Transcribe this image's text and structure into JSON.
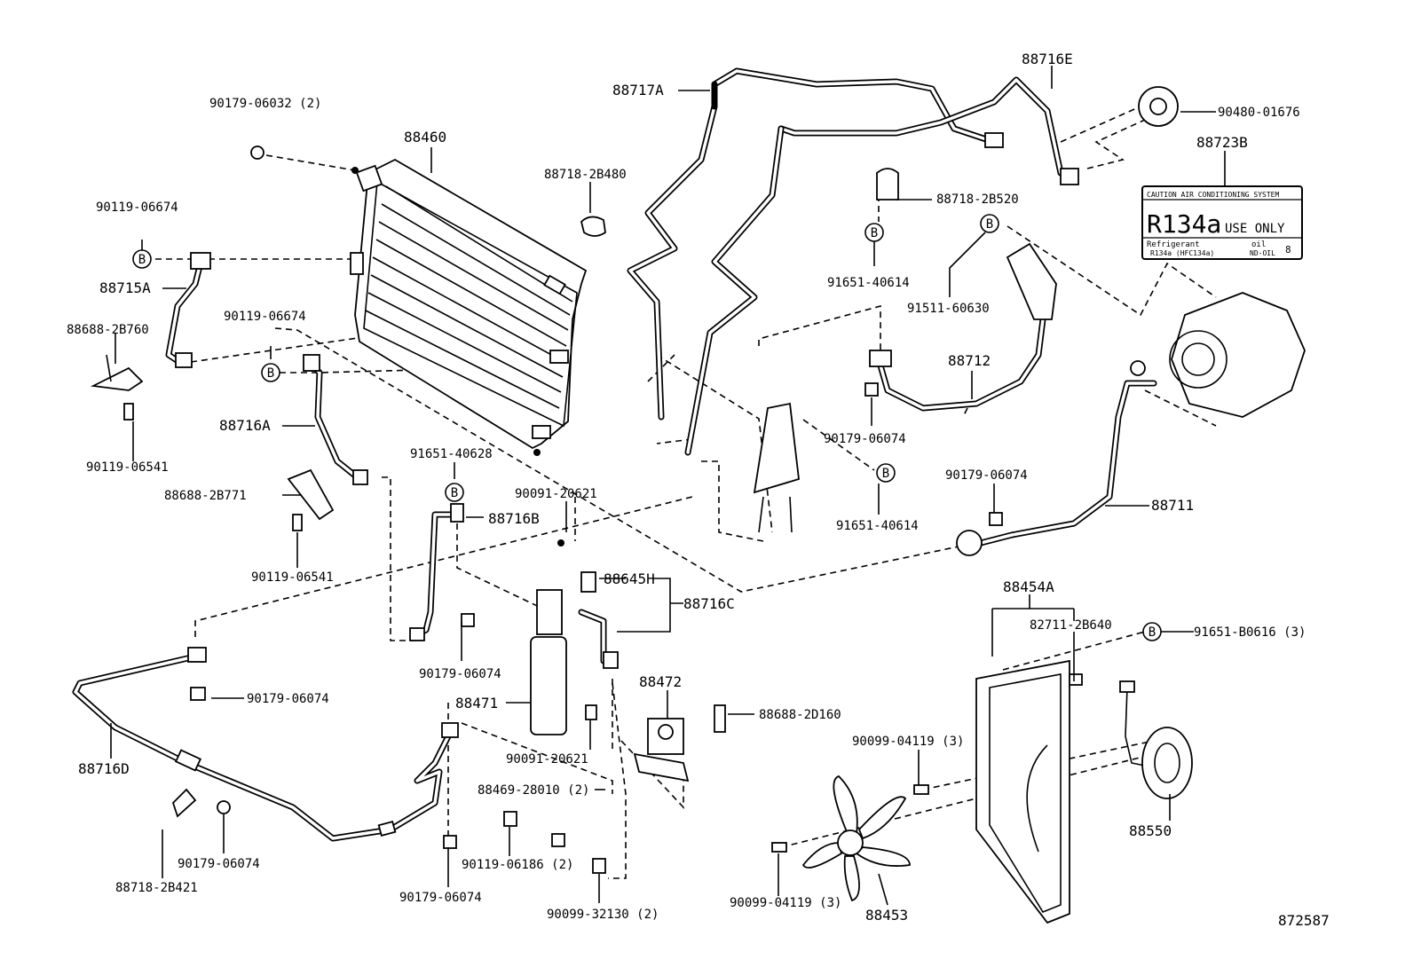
{
  "labels": {
    "p90179_06032": "90179-06032 (2)",
    "p88460": "88460",
    "p90119_06674_a": "90119-06674",
    "p88715A": "88715A",
    "p88688_2B760": "88688-2B760",
    "p90119_06541_a": "90119-06541",
    "p90119_06674_b": "90119-06674",
    "p88716A": "88716A",
    "p88688_2B771": "88688-2B771",
    "p90119_06541_b": "90119-06541",
    "p88718_2B480": "88718-2B480",
    "p88717A": "88717A",
    "p88716E": "88716E",
    "p90480_01676": "90480-01676",
    "p88723B": "88723B",
    "p88718_2B520": "88718-2B520",
    "p91651_40614_a": "91651-40614",
    "p91511_60630": "91511-60630",
    "p88712": "88712",
    "p90179_06074_a": "90179-06074",
    "p91651_40614_b": "91651-40614",
    "p90179_06074_b": "90179-06074",
    "p88711": "88711",
    "p91651_40628": "91651-40628",
    "p90091_20621_a": "90091-20621",
    "p88716B": "88716B",
    "p88645H": "88645H",
    "p88716C": "88716C",
    "p90179_06074_c": "90179-06074",
    "p90179_06074_d": "90179-06074",
    "p88471": "88471",
    "p88472": "88472",
    "p88688_2D160": "88688-2D160",
    "p90091_20621_b": "90091-20621",
    "p88469_28010": "88469-28010 (2)",
    "p88716D": "88716D",
    "p90179_06074_e": "90179-06074",
    "p88718_2B421": "88718-2B421",
    "p90119_06186": "90119-06186 (2)",
    "p90179_06074_f": "90179-06074",
    "p90099_32130": "90099-32130 (2)",
    "p88454A": "88454A",
    "p82711_2B640": "82711-2B640",
    "p91651_B0616": "91651-B0616 (3)",
    "p90099_04119_a": "90099-04119 (3)",
    "p88550": "88550",
    "p90099_04119_b": "90099-04119 (3)",
    "p88453": "88453",
    "figure_number": "872587"
  },
  "markers": {
    "b": "B"
  },
  "decal": {
    "caution": "CAUTION AIR CONDITIONING SYSTEM",
    "refrigerant_main": "R134a",
    "use_only": "USE ONLY",
    "refrigerant_label": "Refrigerant",
    "refrigerant_detail": "R134a (HFC134a)",
    "oil_label": "oil",
    "oil_detail": "ND-OIL",
    "oil_number": "8"
  }
}
